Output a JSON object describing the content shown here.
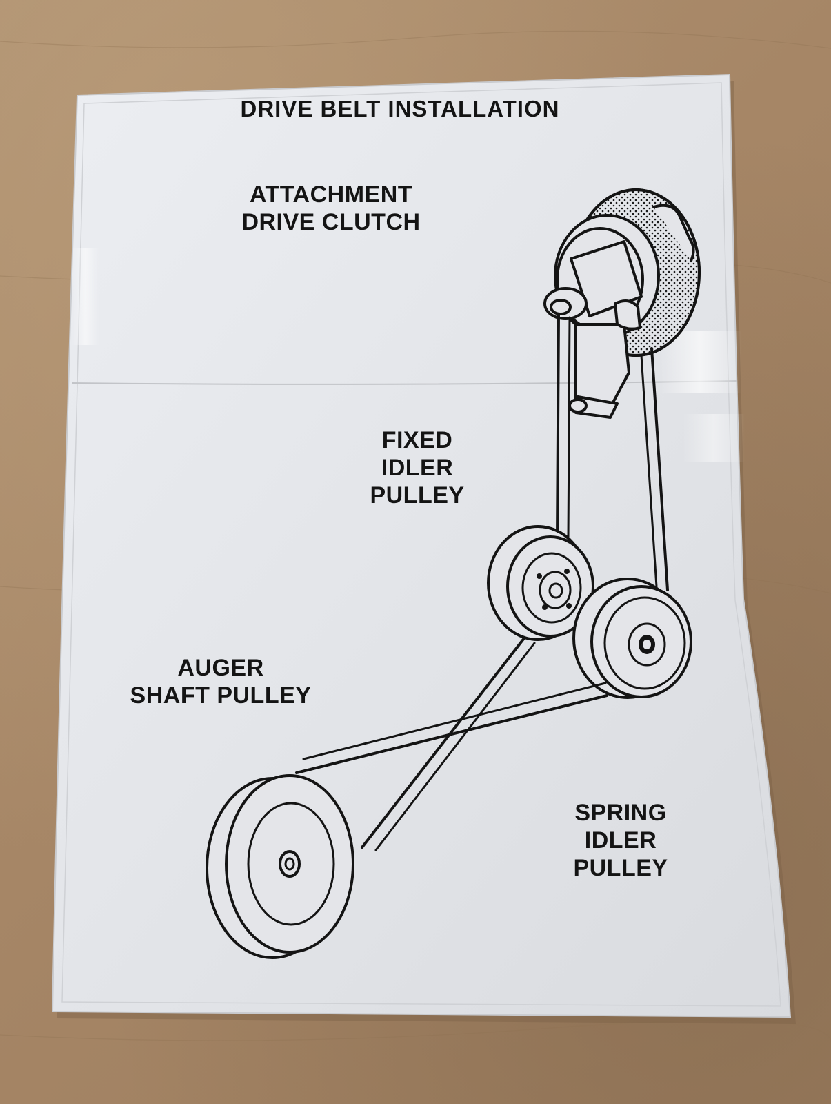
{
  "title": "DRIVE BELT INSTALLATION",
  "labels": {
    "attachment_drive_clutch": [
      "ATTACHMENT",
      "DRIVE CLUTCH"
    ],
    "fixed_idler_pulley": [
      "FIXED",
      "IDLER",
      "PULLEY"
    ],
    "auger_shaft_pulley": [
      "AUGER",
      "SHAFT PULLEY"
    ],
    "spring_idler_pulley": [
      "SPRING",
      "IDLER",
      "PULLEY"
    ]
  },
  "colors": {
    "card": "#e4e5e9",
    "ink": "#141414",
    "cardboard": "#a68666"
  }
}
